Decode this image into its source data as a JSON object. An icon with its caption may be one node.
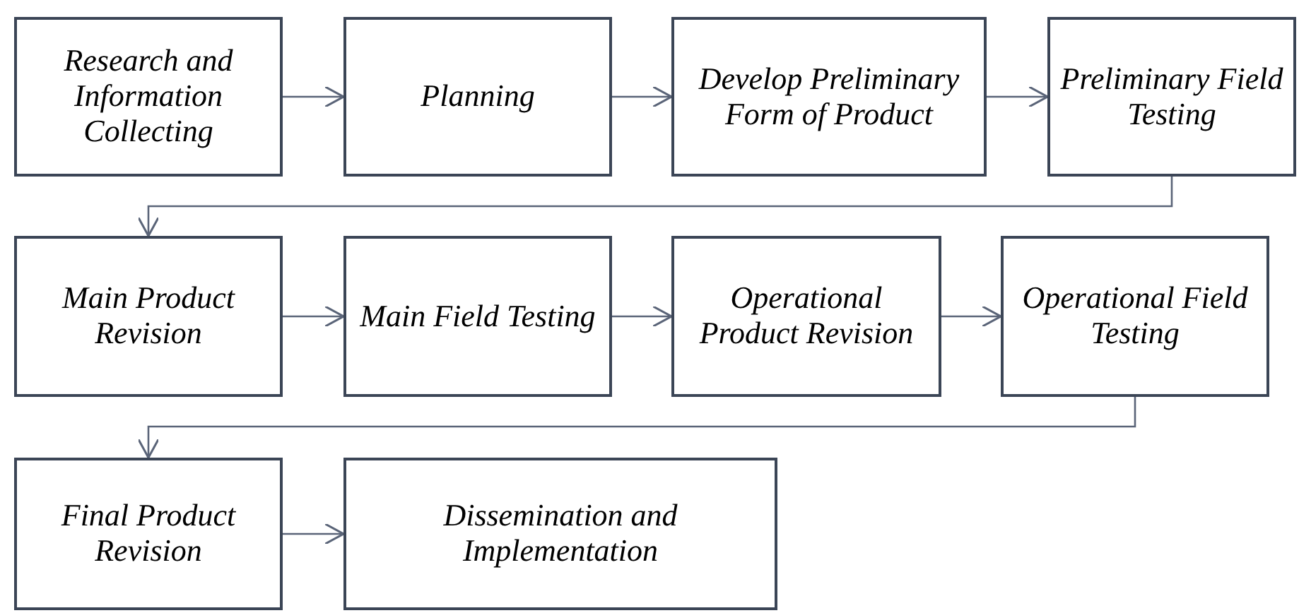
{
  "diagram": {
    "nodes": [
      {
        "text": [
          "Research and Information Collecting"
        ]
      },
      {
        "text": [
          "Planning"
        ]
      },
      {
        "text": [
          "Develop Preliminary Form of Product"
        ]
      },
      {
        "text": [
          "Preliminary Field Testing"
        ]
      },
      {
        "text": [
          "Main Product Revision"
        ]
      },
      {
        "text": [
          "Main Field Testing"
        ]
      },
      {
        "text": [
          "Operational Product Revision"
        ]
      },
      {
        "text": [
          "Operational Field Testing"
        ]
      },
      {
        "text": [
          "Final Product Revision"
        ]
      },
      {
        "text": [
          "Dissemination and Implementation"
        ]
      }
    ],
    "edges": [
      {
        "from": 0,
        "to": 1,
        "arrow": "to"
      },
      {
        "from": 1,
        "to": 2,
        "arrow": "to"
      },
      {
        "from": 2,
        "to": 3,
        "arrow": "to"
      },
      {
        "from": 3,
        "to": 4,
        "arrow": "to"
      },
      {
        "from": 4,
        "to": 5,
        "arrow": "to"
      },
      {
        "from": 5,
        "to": 6,
        "arrow": "to"
      },
      {
        "from": 6,
        "to": 7,
        "arrow": "to"
      },
      {
        "from": 7,
        "to": 8,
        "arrow": "to"
      },
      {
        "from": 8,
        "to": 9,
        "arrow": "to"
      }
    ]
  }
}
